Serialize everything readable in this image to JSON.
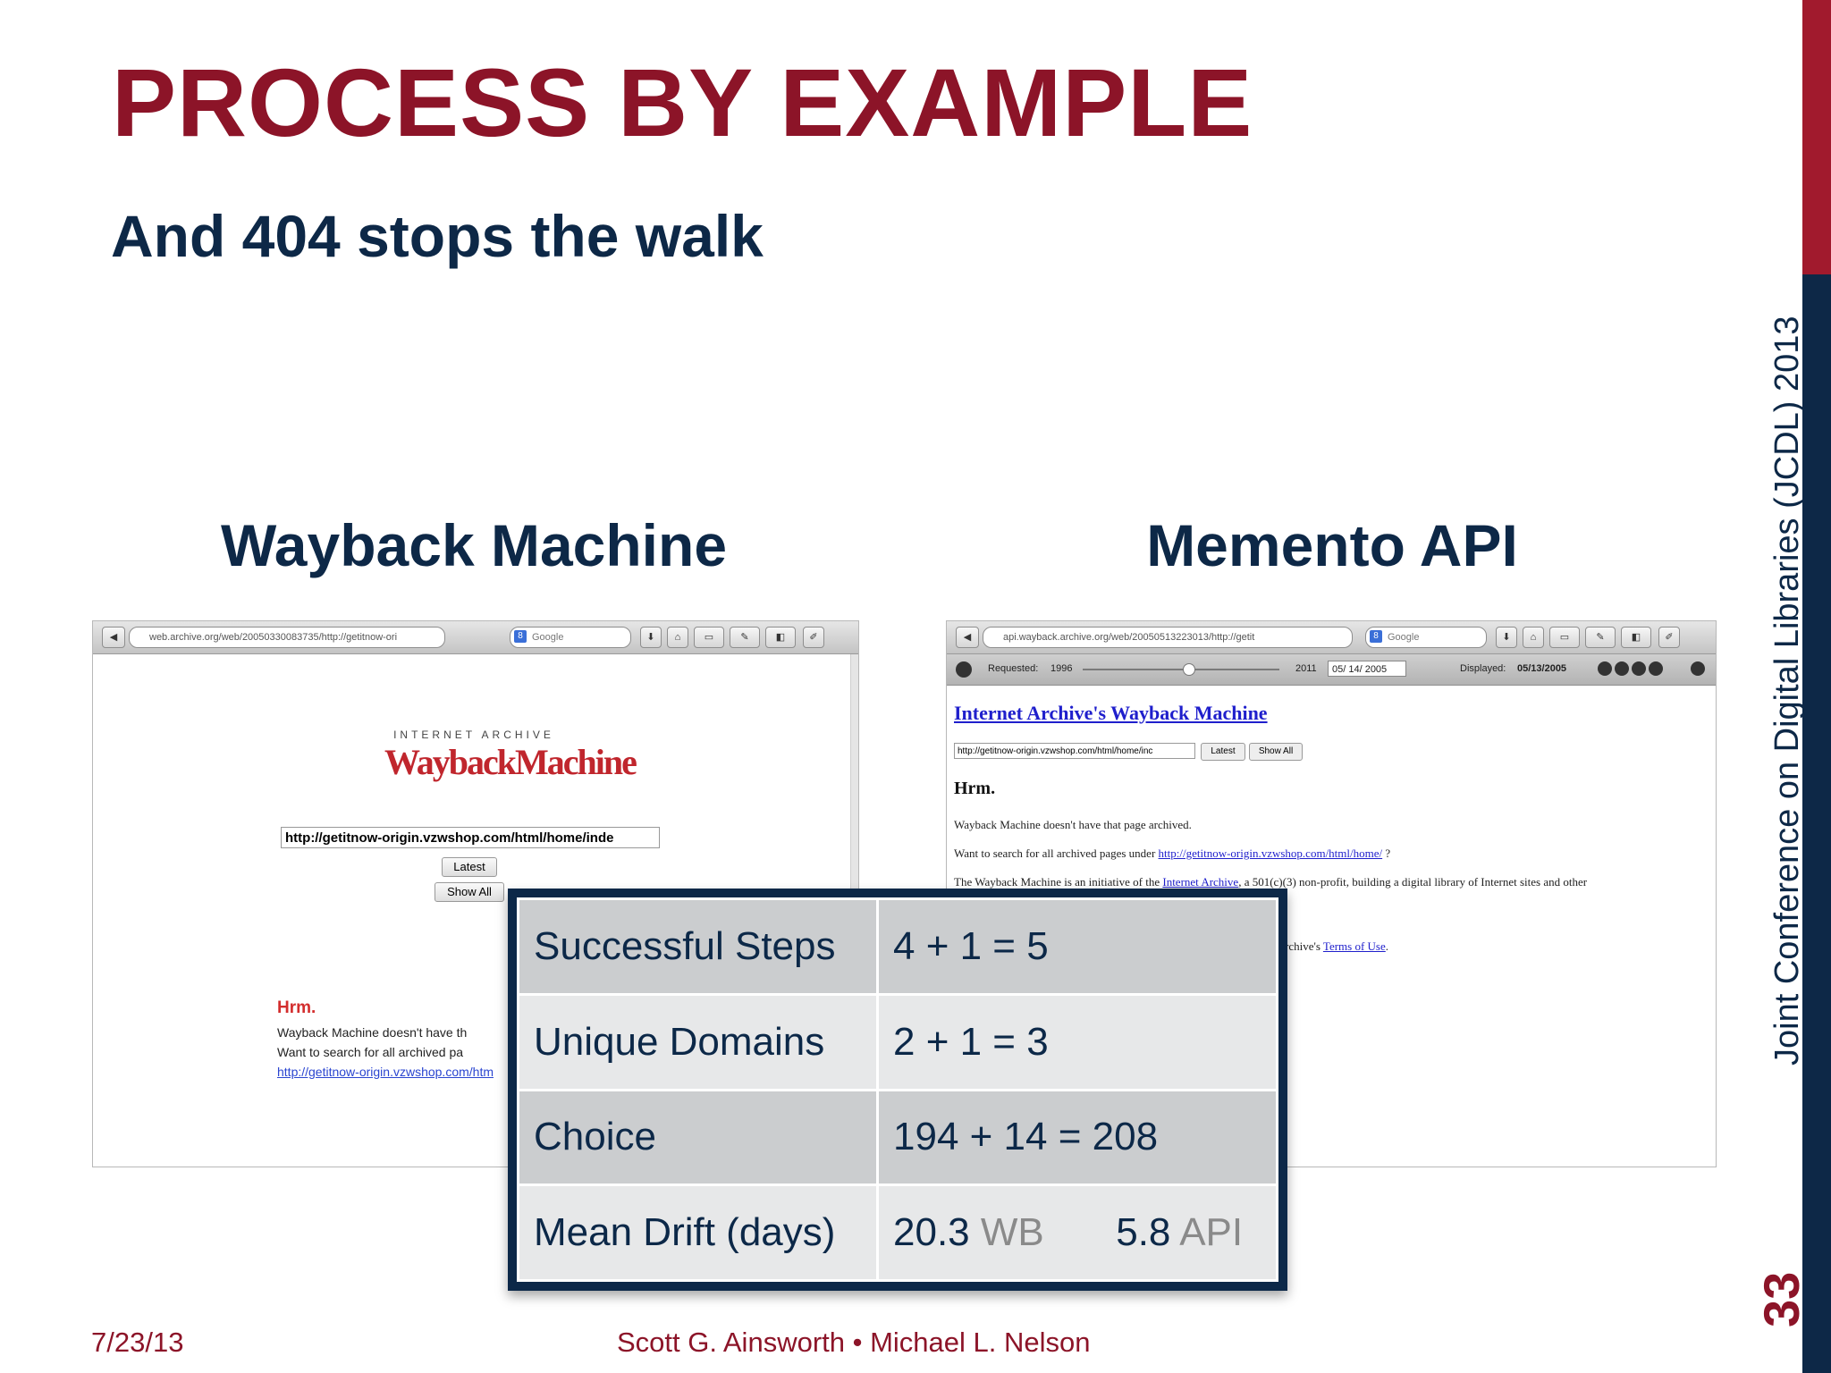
{
  "slide": {
    "title": "PROCESS BY EXAMPLE",
    "subtitle": "And 404 stops the walk",
    "left_heading": "Wayback Machine",
    "right_heading": "Memento API",
    "side_text": "Joint Conference on Digital Libraries (JCDL) 2013",
    "slide_number": "33",
    "footer_date": "7/23/13",
    "footer_authors": "Scott G. Ainsworth • Michael L. Nelson"
  },
  "colors": {
    "title": "#8c1428",
    "navy": "#0d2847",
    "red_bar": "#a11a2d"
  },
  "wayback_shot": {
    "url": "web.archive.org/web/20050330083735/http://getitnow-ori",
    "search_placeholder": "Google",
    "logo_top": "INTERNET ARCHIVE",
    "logo_main": "WaybackMachine",
    "input_value": "http://getitnow-origin.vzwshop.com/html/home/inde",
    "latest_label": "Latest",
    "show_all_label": "Show All",
    "hrm": "Hrm.",
    "line1": "Wayback Machine doesn't have th",
    "line2": "Want to search for all archived pa",
    "link": "http://getitnow-origin.vzwshop.com/htm"
  },
  "memento_shot": {
    "url": "api.wayback.archive.org/web/20050513223013/http://getit",
    "search_placeholder": "Google",
    "requested_label": "Requested:",
    "year_start": "1996",
    "year_end": "2011",
    "date_field": "05/ 14/ 2005",
    "displayed_label": "Displayed:",
    "displayed_date": "05/13/2005",
    "heading_link": "Internet Archive's Wayback Machine",
    "input_value": "http://getitnow-origin.vzwshop.com/html/home/inc",
    "latest_label": "Latest",
    "show_all_label": "Show All",
    "hrm": "Hrm.",
    "line1": "Wayback Machine doesn't have that page archived.",
    "line2_pre": "Want to search for all archived pages under",
    "line2_link": "http://getitnow-origin.vzwshop.com/html/home/",
    "line2_post": "?",
    "line3_pre": "The Wayback Machine is an initiative of the",
    "line3_link": "Internet Archive",
    "line3_post": ", a 501(c)(3) non-profit, building a digital library of Internet sites and other",
    "line4_pre": "rchive's",
    "line4_link": "Terms of Use",
    "line4_post": "."
  },
  "stats_table": {
    "rows": [
      {
        "label": "Successful Steps",
        "value": "4 + 1 = 5"
      },
      {
        "label": "Unique Domains",
        "value": "2 + 1 = 3"
      },
      {
        "label": "Choice",
        "value": "194 + 14 = 208"
      }
    ],
    "drift": {
      "label": "Mean Drift (days)",
      "wb_value": "20.3",
      "wb_unit": "WB",
      "api_value": "5.8",
      "api_unit": "API"
    }
  }
}
